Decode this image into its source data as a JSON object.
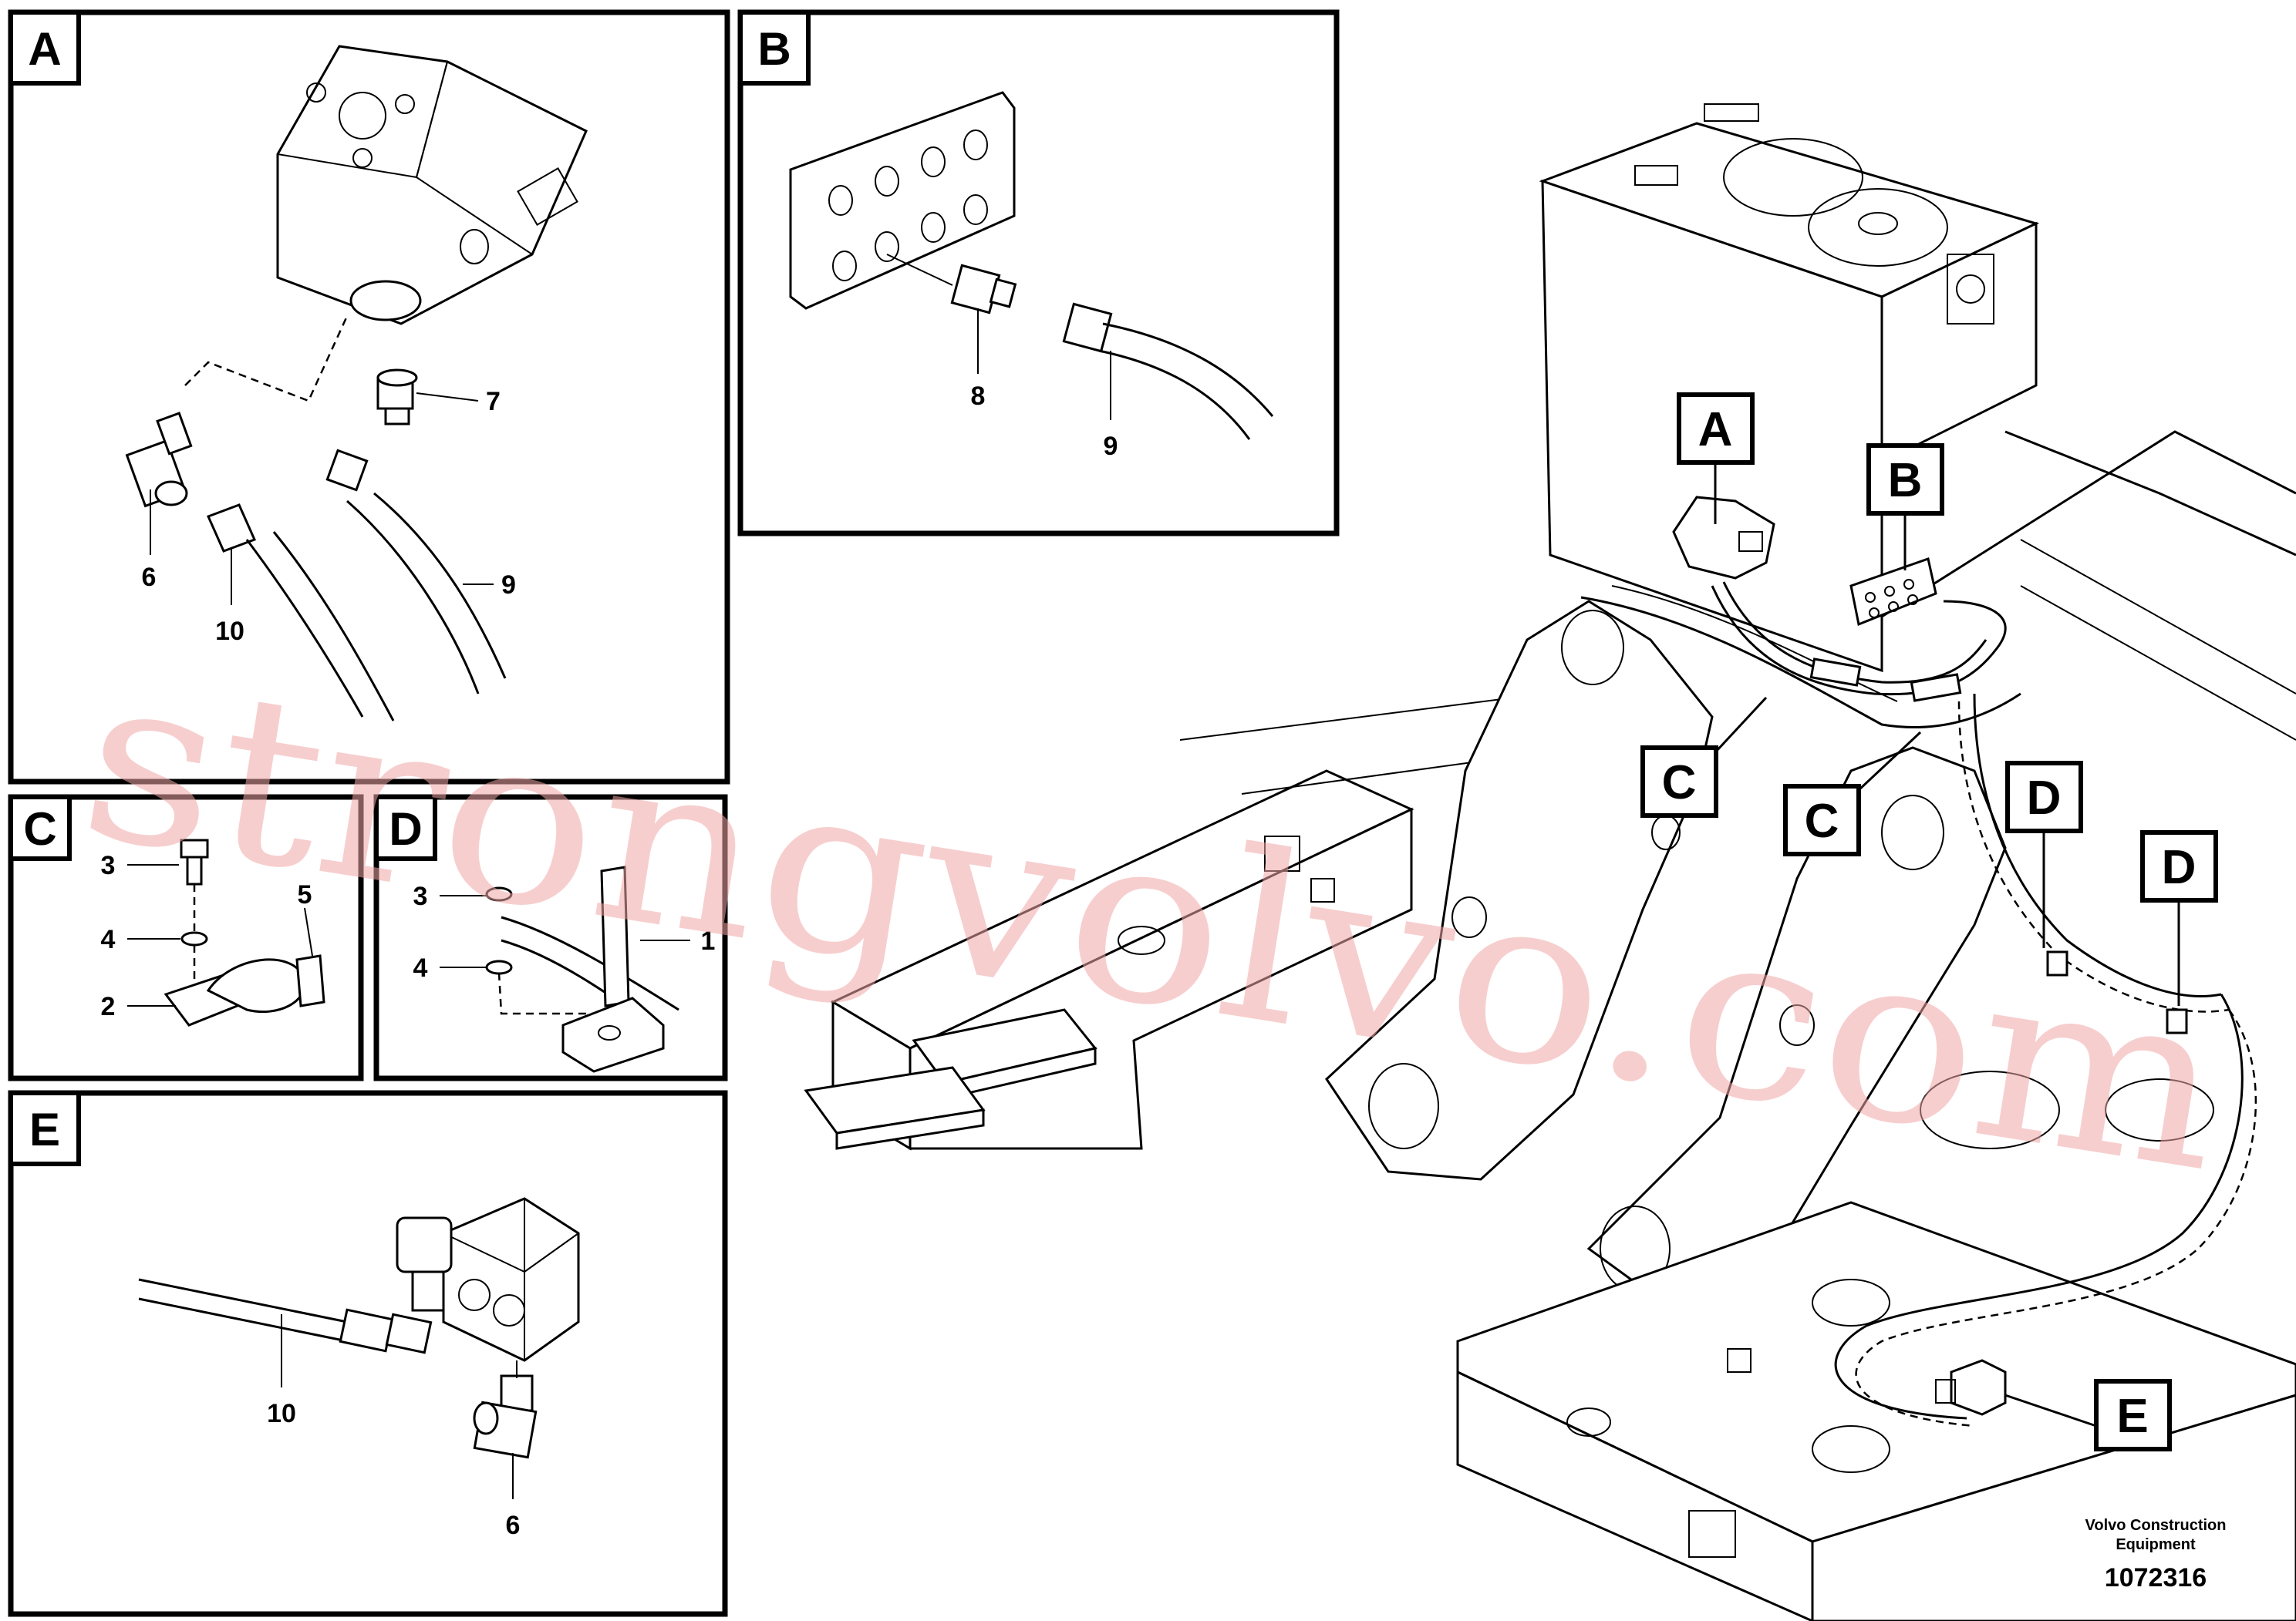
{
  "panels": {
    "A": {
      "letter": "A",
      "parts": [
        "6",
        "10",
        "7",
        "9"
      ]
    },
    "B": {
      "letter": "B",
      "parts": [
        "8",
        "9"
      ]
    },
    "C": {
      "letter": "C",
      "parts": [
        "3",
        "4",
        "2",
        "5"
      ]
    },
    "D": {
      "letter": "D",
      "parts": [
        "3",
        "4",
        "1"
      ]
    },
    "E": {
      "letter": "E",
      "parts": [
        "10",
        "6"
      ]
    }
  },
  "main_callouts": [
    "A",
    "B",
    "C",
    "C",
    "D",
    "D",
    "E"
  ],
  "watermark": "strongvolvo.com",
  "footer": {
    "brand_line1": "Volvo Construction",
    "brand_line2": "Equipment",
    "drawing_number": "1072316"
  }
}
